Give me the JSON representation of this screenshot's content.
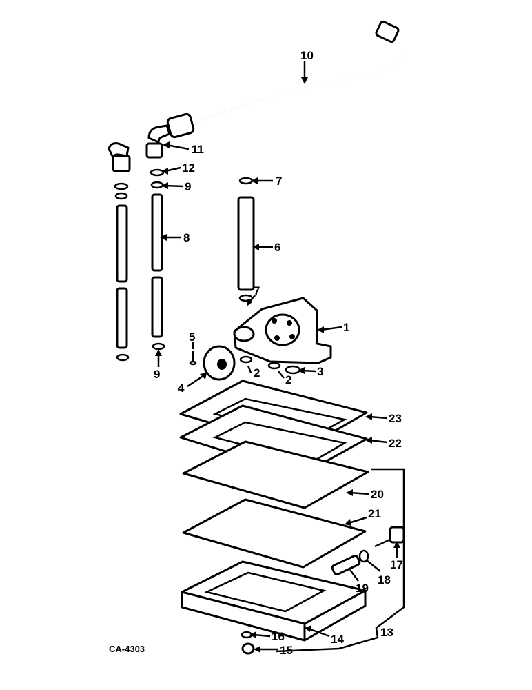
{
  "drawing_code": "CA-4303",
  "callouts": [
    "1",
    "2",
    "2",
    "3",
    "4",
    "5",
    "6",
    "7",
    "7",
    "8",
    "9",
    "9",
    "10",
    "11",
    "12",
    "13",
    "14",
    "15",
    "16",
    "17",
    "18",
    "19",
    "20",
    "21",
    "22",
    "23"
  ]
}
